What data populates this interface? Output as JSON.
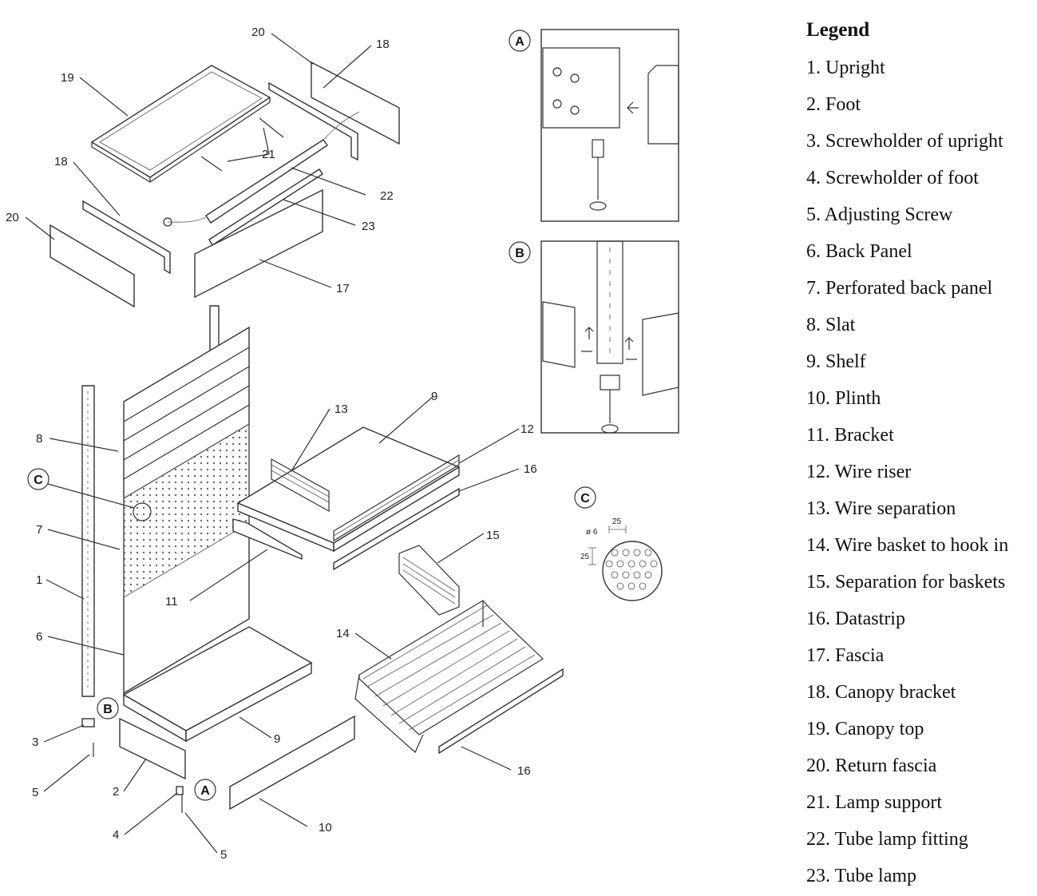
{
  "legend": {
    "title": "Legend",
    "items": [
      "1. Upright",
      "2. Foot",
      "3. Screwholder of upright",
      "4. Screwholder of foot",
      "5. Adjusting Screw",
      "6. Back Panel",
      "7. Perforated back panel",
      "8. Slat",
      "9. Shelf",
      "10. Plinth",
      "11. Bracket",
      "12. Wire riser",
      "13. Wire separation",
      "14. Wire basket to hook in",
      "15. Separation for baskets",
      "16. Datastrip",
      "17. Fascia",
      "18. Canopy bracket",
      "19. Canopy top",
      "20. Return fascia",
      "21. Lamp support",
      "22. Tube lamp fitting",
      "23. Tube lamp"
    ]
  },
  "details": {
    "a": "A",
    "b": "B",
    "c": "C"
  },
  "detail_c_dims": {
    "diameter": "ø 6",
    "spacing_h": "25",
    "spacing_v": "25"
  },
  "callouts": {
    "n1": "1",
    "n2": "2",
    "n3": "3",
    "n4": "4",
    "n5a": "5",
    "n5b": "5",
    "n6": "6",
    "n7": "7",
    "n8": "8",
    "n9a": "9",
    "n9b": "9",
    "n10": "10",
    "n11": "11",
    "n12": "12",
    "n13": "13",
    "n14": "14",
    "n15": "15",
    "n16a": "16",
    "n16b": "16",
    "n17": "17",
    "n18a": "18",
    "n18b": "18",
    "n19": "19",
    "n20a": "20",
    "n20b": "20",
    "n21": "21",
    "n22": "22",
    "n23": "23"
  }
}
